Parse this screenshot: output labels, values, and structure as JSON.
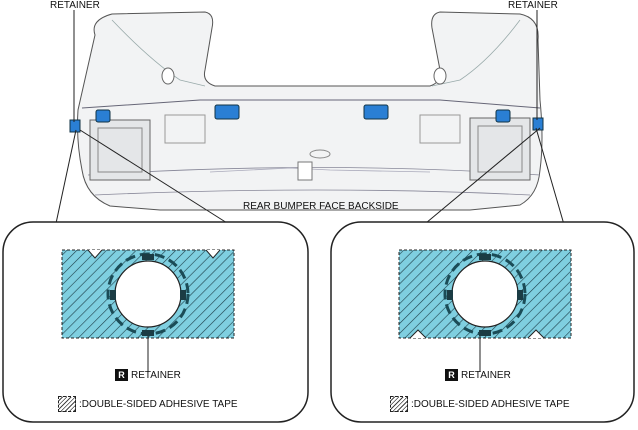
{
  "labels": {
    "retainer_left": "RETAINER",
    "retainer_right": "RETAINER",
    "bumper": "REAR BUMPER FACE BACKSIDE",
    "detail_left_retainer": "RETAINER",
    "detail_right_retainer": "RETAINER",
    "legend_left": ":DOUBLE-SIDED ADHESIVE TAPE",
    "legend_right": ":DOUBLE-SIDED ADHESIVE TAPE",
    "badge_left": "R",
    "badge_right": "R"
  },
  "colors": {
    "tape_fill": "#7fcfe0",
    "retainer_blue": "#2a7fd4",
    "line": "#222222",
    "bumper_body": "#f2f3f4"
  }
}
